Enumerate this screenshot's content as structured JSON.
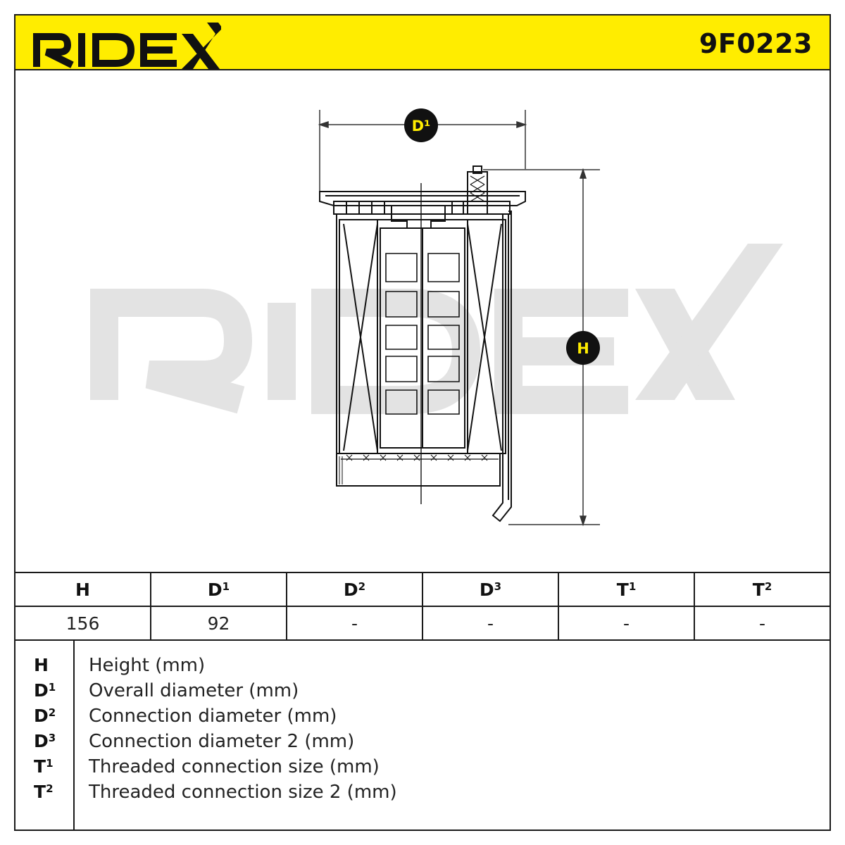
{
  "header": {
    "brand": "RIDEX",
    "part_number": "9F0223",
    "brand_color": "#ffed00"
  },
  "drawing": {
    "watermark": "RIDEX",
    "labels": {
      "d1": "D¹",
      "h": "H"
    }
  },
  "table": {
    "headers": [
      {
        "main": "H",
        "sup": ""
      },
      {
        "main": "D",
        "sup": "1"
      },
      {
        "main": "D",
        "sup": "2"
      },
      {
        "main": "D",
        "sup": "3"
      },
      {
        "main": "T",
        "sup": "1"
      },
      {
        "main": "T",
        "sup": "2"
      }
    ],
    "values": [
      "156",
      "92",
      "-",
      "-",
      "-",
      "-"
    ]
  },
  "legend": [
    {
      "key": "H",
      "sup": "",
      "desc": "Height (mm)"
    },
    {
      "key": "D",
      "sup": "1",
      "desc": "Overall diameter (mm)"
    },
    {
      "key": "D",
      "sup": "2",
      "desc": "Connection diameter (mm)"
    },
    {
      "key": "D",
      "sup": "3",
      "desc": "Connection diameter 2 (mm)"
    },
    {
      "key": "T",
      "sup": "1",
      "desc": "Threaded connection size (mm)"
    },
    {
      "key": "T",
      "sup": "2",
      "desc": "Threaded connection size 2 (mm)"
    }
  ]
}
